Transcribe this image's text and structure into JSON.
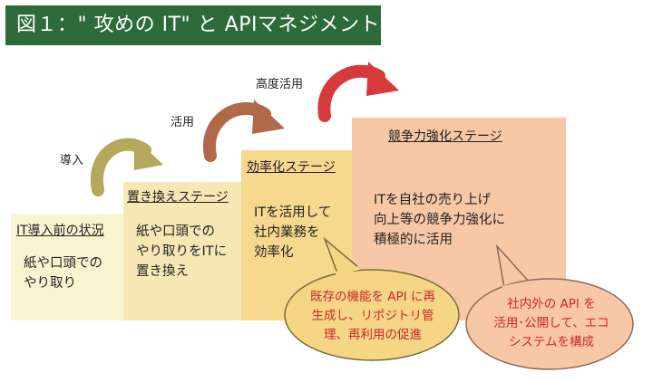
{
  "title": "図１：\" 攻めの IT\" と APIマネジメント",
  "steps": [
    {
      "label": "導入"
    },
    {
      "label": "活用"
    },
    {
      "label": "高度活用"
    }
  ],
  "stages": [
    {
      "title": "IT導入前の状況",
      "body": "紙や口頭での\nやり取り"
    },
    {
      "title": "置き換えステージ",
      "body": "紙や口頭での\nやり取りをITに\n置き換え"
    },
    {
      "title": "効率化ステージ",
      "body": "ITを活用して\n社内業務を\n効率化"
    },
    {
      "title": "競争力強化ステージ",
      "body": "ITを自社の売り上げ\n向上等の競争力強化に\n積極的に活用"
    }
  ],
  "bubbles": [
    {
      "text": "既存の機能を API に再\n生成し、リポジトリ管\n理、再利用の促進"
    },
    {
      "text": "社内外の API を\n活用･公開して、エコ\nシステムを構成"
    }
  ],
  "colors": {
    "title_bg": "#2e6b3a",
    "stage1": "#f8f4d2",
    "stage2": "#f6e7b4",
    "stage3": "#f6d88e",
    "stage4": "#f8c8a6",
    "arrow1": "#b5a85a",
    "arrow2": "#b06a4a",
    "arrow3": "#d83a3c",
    "bubble_fill": "#f4d684",
    "bubble_text": "#c8282c"
  }
}
